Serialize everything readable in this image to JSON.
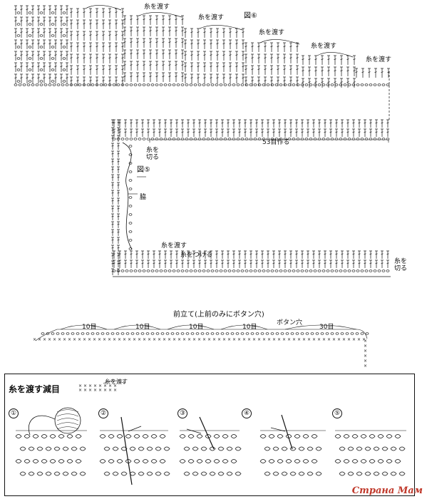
{
  "figure6": {
    "label": "図⑥",
    "pass_yarn_labels": [
      "糸を渡す",
      "糸を渡す",
      "糸を渡す",
      "糸を渡す",
      "糸を渡す"
    ]
  },
  "figure5": {
    "label": "図⑤",
    "chain_count": "53目作る",
    "cut_yarn": "糸を\n切る",
    "side_label": "脇",
    "pass_yarn": "糸を渡す",
    "attach_yarn": "糸をつける",
    "cut_yarn_end": "糸を\n切る"
  },
  "front_band": {
    "title": "前立て(上前のみにボタン穴)",
    "buttonhole_label": "ボタン穴",
    "count_labels": [
      "10目",
      "10目",
      "10目",
      "10目",
      "30目"
    ]
  },
  "technique_box": {
    "title": "糸を渡す減目",
    "inline_label": "糸を渡す",
    "steps": [
      "①",
      "②",
      "③",
      "④",
      "⑤"
    ]
  },
  "watermark": "Страна Мам"
}
